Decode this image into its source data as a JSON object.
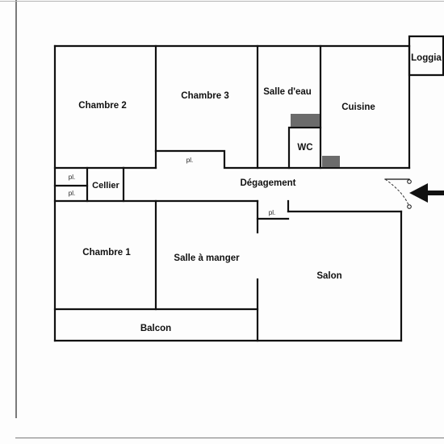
{
  "plan": {
    "rooms": {
      "chambre2": "Chambre 2",
      "chambre3": "Chambre 3",
      "salle_eau": "Salle d'eau",
      "cuisine": "Cuisine",
      "loggia": "Loggia",
      "wc": "WC",
      "cellier": "Cellier",
      "degagement": "Dégagement",
      "chambre1": "Chambre 1",
      "salle_manger": "Salle à manger",
      "salon": "Salon",
      "balcon": "Balcon"
    },
    "placards": [
      "pl.",
      "pl.",
      "pl.",
      "pl."
    ],
    "entrance_icon": "arrow-left-icon",
    "colors": {
      "wall": "#111111",
      "fixture": "#6b6b6b",
      "background": "#fdfdfd"
    }
  }
}
